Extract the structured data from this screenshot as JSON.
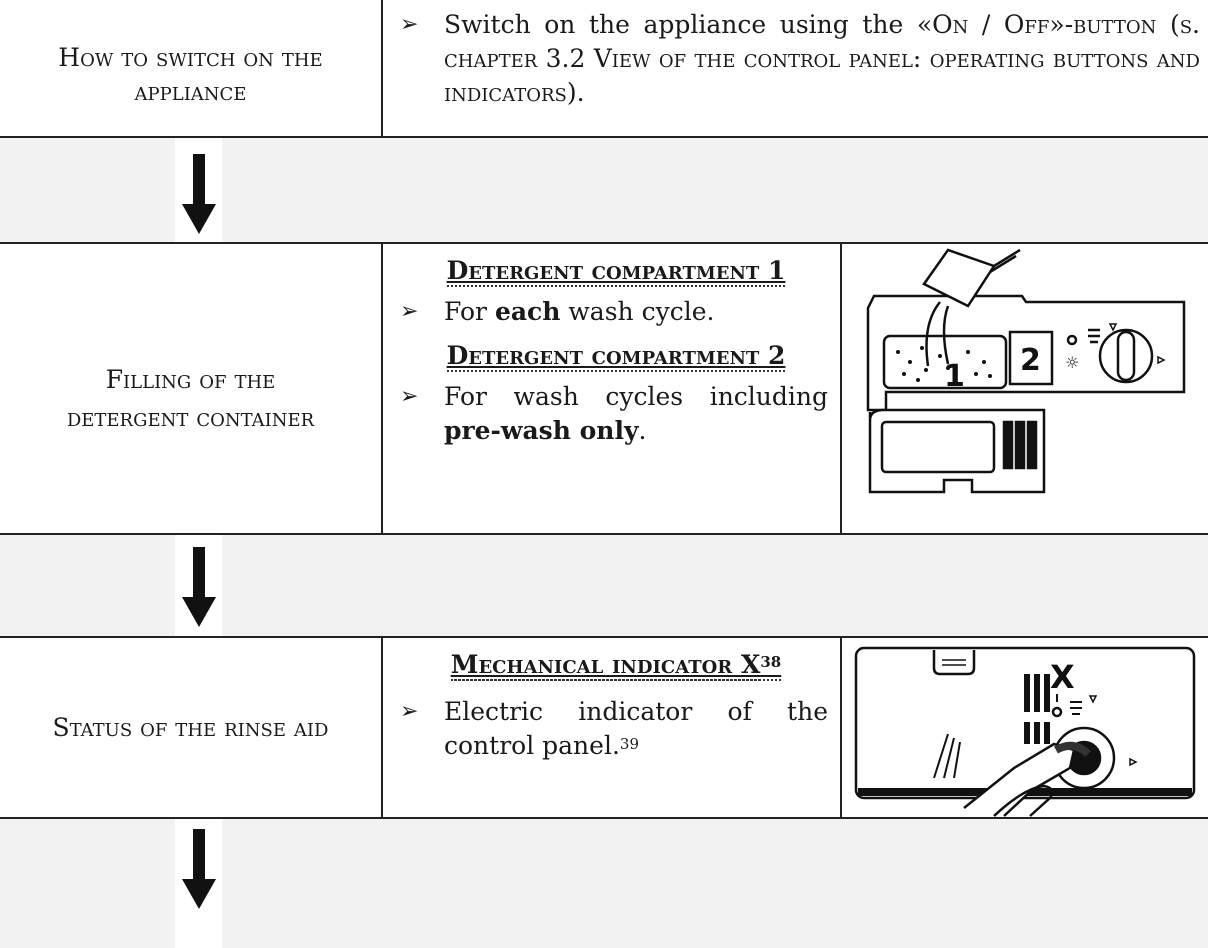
{
  "steps": [
    {
      "label": "How to switch on the appliance",
      "instruction_part1": "Switch on the appliance using the «",
      "instruction_button": "On / Off",
      "instruction_part2": "»-",
      "instruction_part3": "button (s. chapter 3.2 View of the control panel: operating buttons and indicators)."
    },
    {
      "label": "Filling of the detergent container",
      "compartment1_heading": "Detergent compartment 1",
      "compartment1_text_pre": "For ",
      "compartment1_text_bold": "each",
      "compartment1_text_post": " wash cycle.",
      "compartment2_heading": "Detergent compartment 2",
      "compartment2_text_pre": "For wash cycles including ",
      "compartment2_text_bold": "pre-wash only",
      "compartment2_text_post": ".",
      "figure_number_1": "1",
      "figure_number_2": "2"
    },
    {
      "label": "Status of the rinse aid",
      "indicator_heading": "Mechanical indicator X",
      "indicator_footnote": "38",
      "indicator_text": "Electric indicator of the control panel.",
      "indicator_text_footnote": "39",
      "figure_letter": "X"
    }
  ],
  "bullet_glyph": "➢"
}
